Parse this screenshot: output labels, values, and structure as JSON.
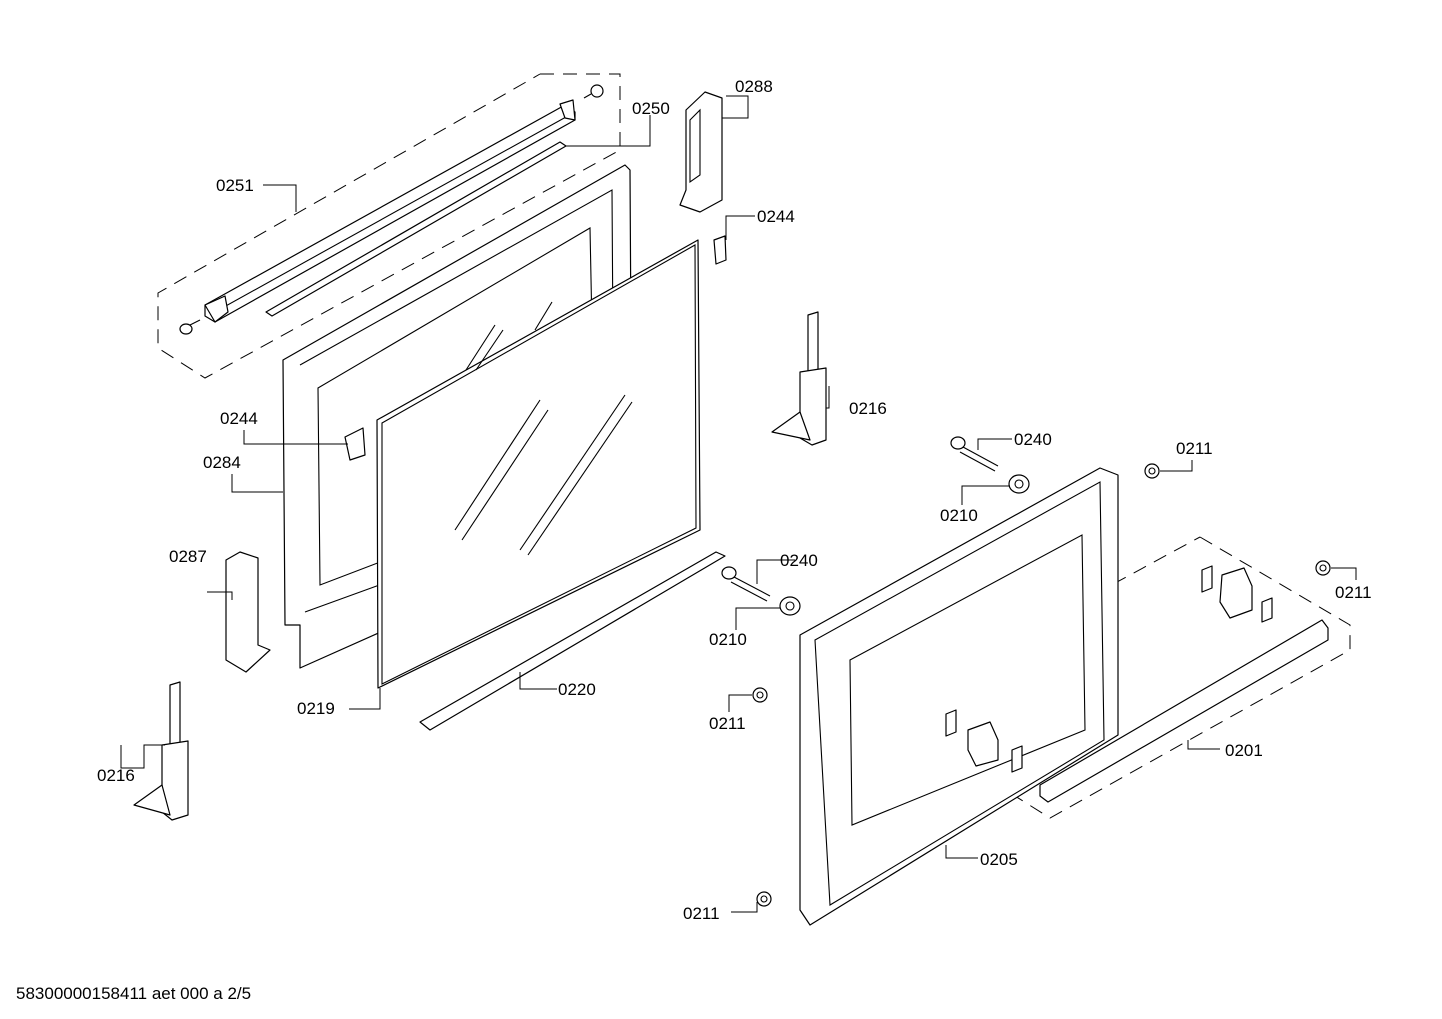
{
  "labels": {
    "l0288": "0288",
    "l0250": "0250",
    "l0251": "0251",
    "l0244a": "0244",
    "l0244b": "0244",
    "l0216a": "0216",
    "l0216b": "0216",
    "l0284": "0284",
    "l0287": "0287",
    "l0219": "0219",
    "l0220": "0220",
    "l0240a": "0240",
    "l0240b": "0240",
    "l0210a": "0210",
    "l0210b": "0210",
    "l0211a": "0211",
    "l0211b": "0211",
    "l0211c": "0211",
    "l0211d": "0211",
    "l0201": "0201",
    "l0205": "0205"
  },
  "footer": "58300000158411 aet 000 a 2/5"
}
